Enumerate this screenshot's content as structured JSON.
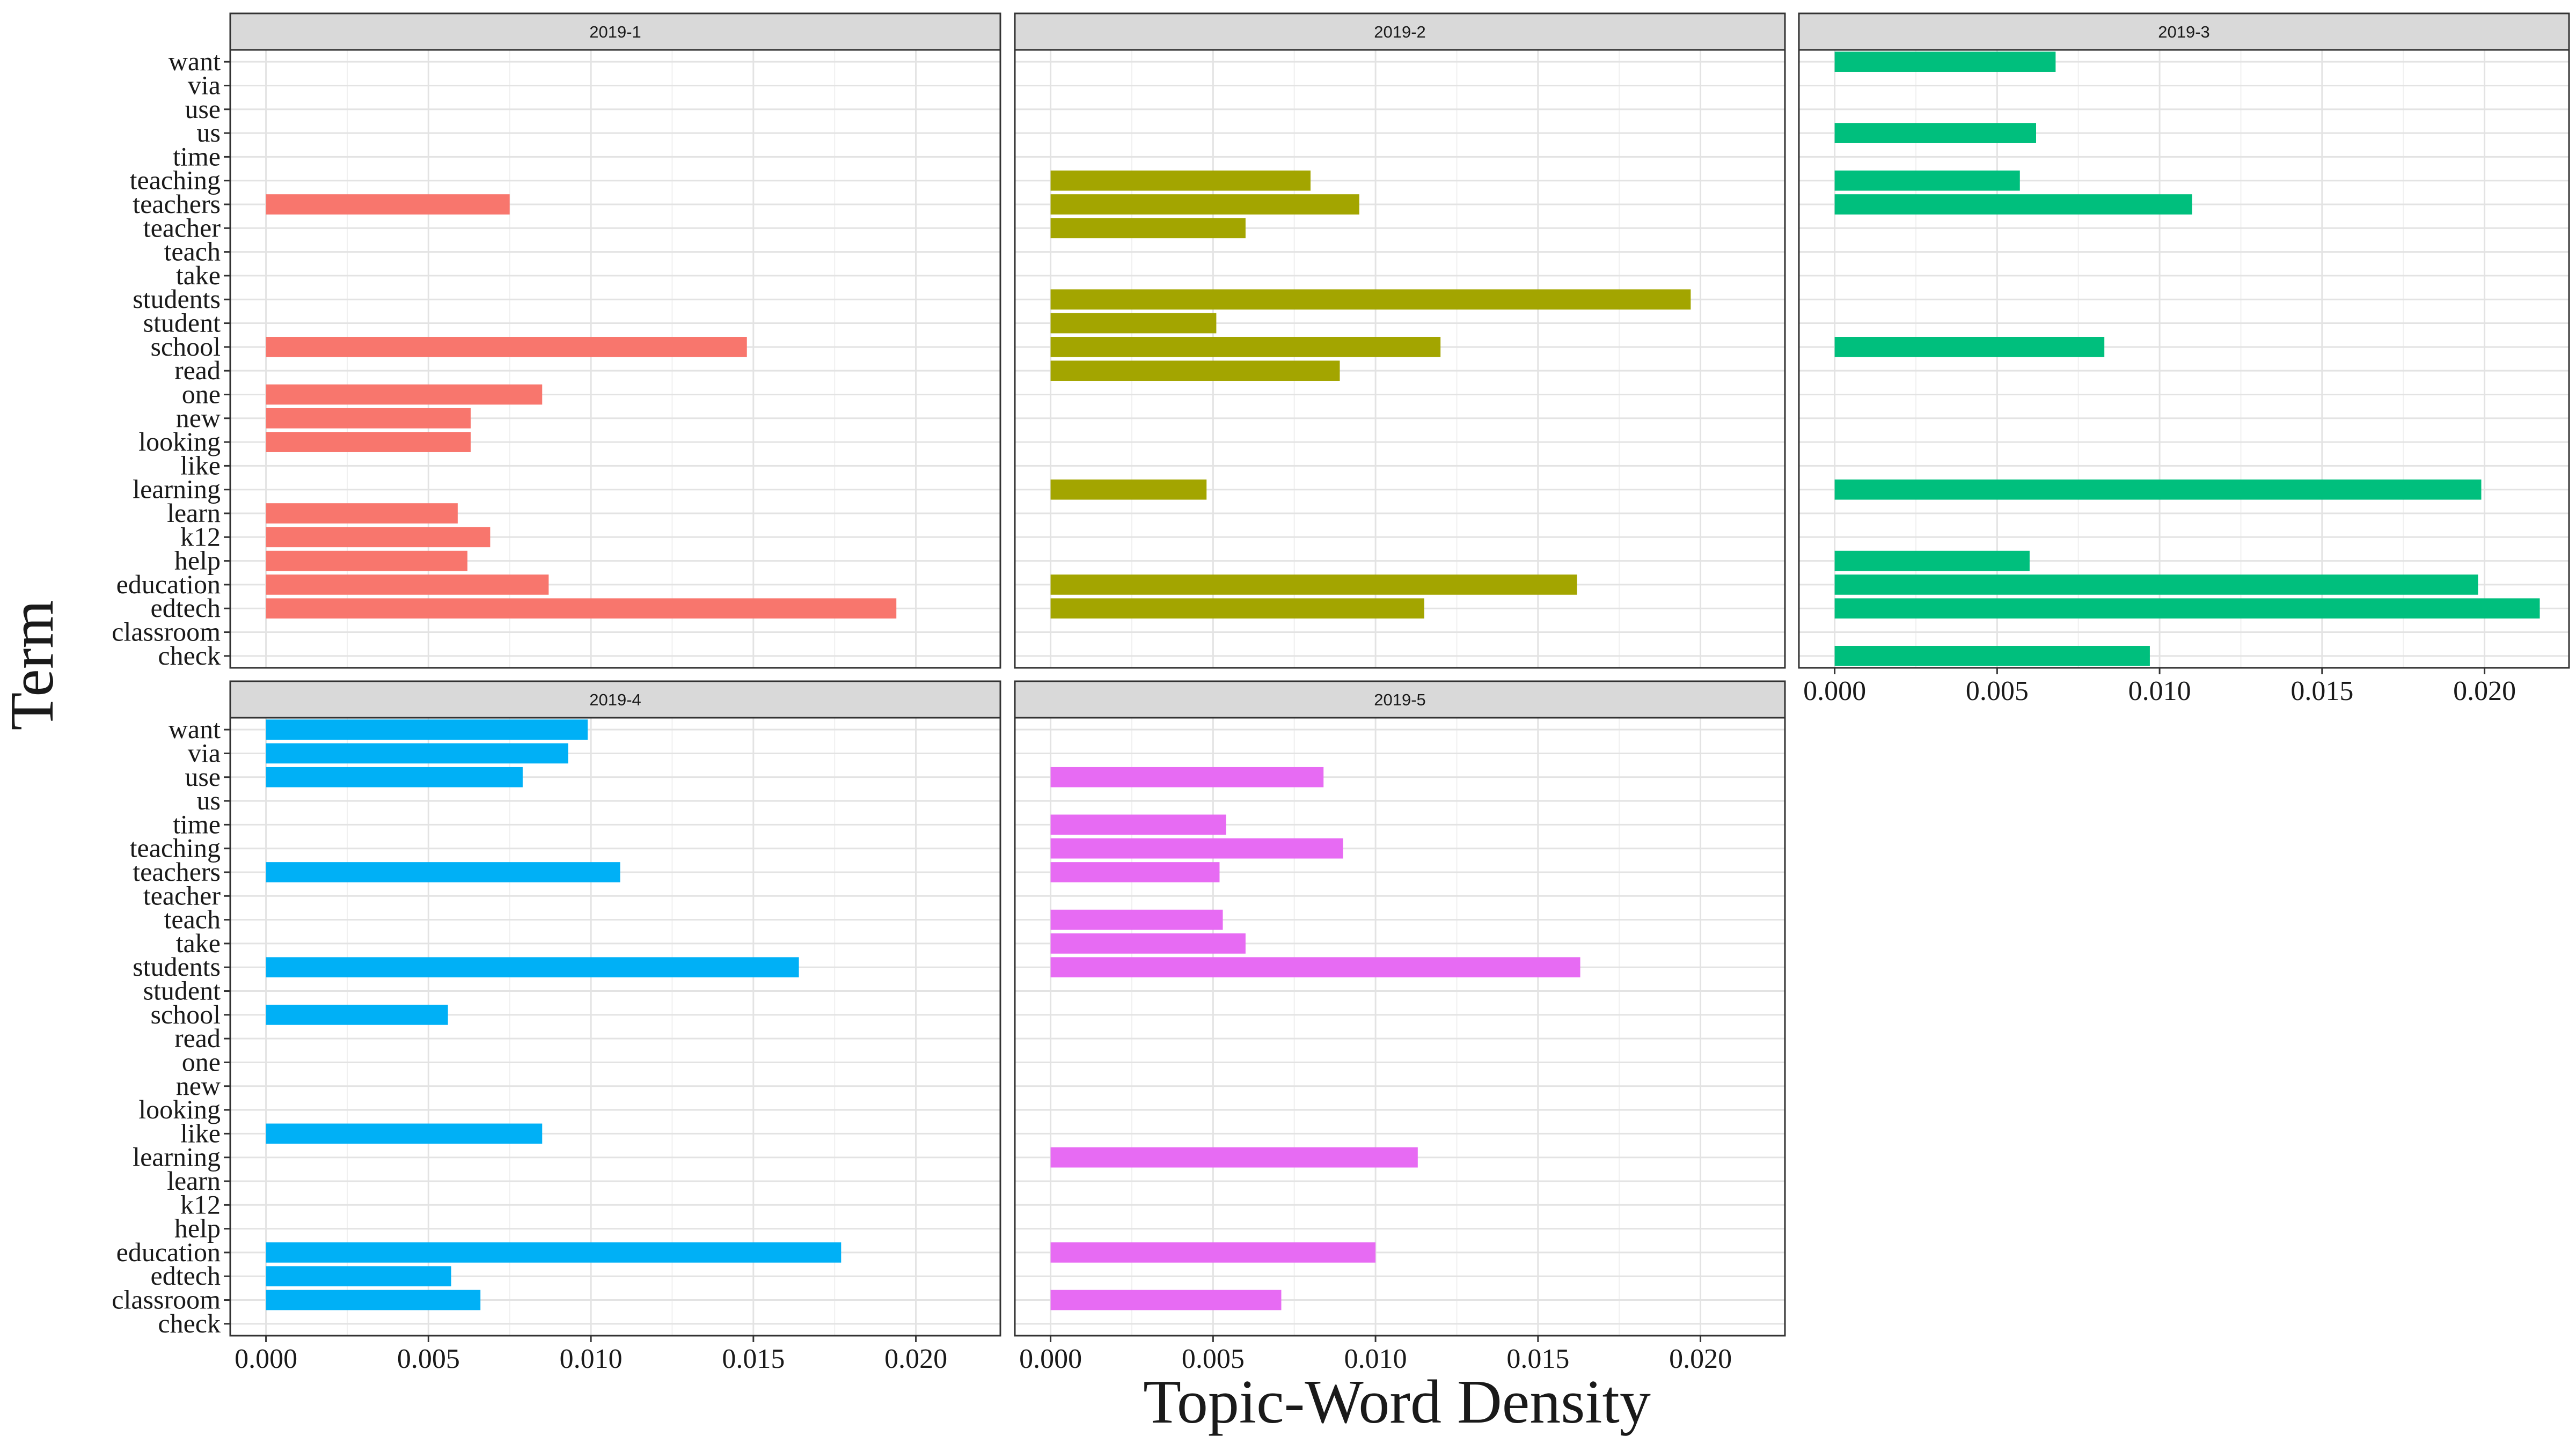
{
  "chart_data": {
    "type": "bar",
    "orientation": "horizontal",
    "layout": "facet_wrap 3 columns",
    "xlabel": "Topic-Word Density",
    "ylabel": "Term",
    "xlim": [
      -0.0011,
      0.0226
    ],
    "x_ticks": [
      0.0,
      0.005,
      0.01,
      0.015,
      0.02
    ],
    "x_tick_labels": [
      "0.000",
      "0.005",
      "0.010",
      "0.015",
      "0.020"
    ],
    "grid": true,
    "legend": "none",
    "categories": [
      "want",
      "via",
      "use",
      "us",
      "time",
      "teaching",
      "teachers",
      "teacher",
      "teach",
      "take",
      "students",
      "student",
      "school",
      "read",
      "one",
      "new",
      "looking",
      "like",
      "learning",
      "learn",
      "k12",
      "help",
      "education",
      "edtech",
      "classroom",
      "check"
    ],
    "panels": [
      {
        "title": "2019-1",
        "color": "#F8766D",
        "values": {
          "teachers": 0.0075,
          "school": 0.0148,
          "one": 0.0085,
          "new": 0.0063,
          "looking": 0.0063,
          "learn": 0.0059,
          "k12": 0.0069,
          "help": 0.0062,
          "education": 0.0087,
          "edtech": 0.0194
        }
      },
      {
        "title": "2019-2",
        "color": "#A3A500",
        "values": {
          "teaching": 0.008,
          "teachers": 0.0095,
          "teacher": 0.006,
          "students": 0.0197,
          "student": 0.0051,
          "school": 0.012,
          "read": 0.0089,
          "learning": 0.0048,
          "education": 0.0162,
          "edtech": 0.0115
        }
      },
      {
        "title": "2019-3",
        "color": "#00BF7D",
        "values": {
          "want": 0.0068,
          "us": 0.0062,
          "teaching": 0.0057,
          "teachers": 0.011,
          "school": 0.0083,
          "learning": 0.0199,
          "help": 0.006,
          "education": 0.0198,
          "edtech": 0.0217,
          "check": 0.0097
        }
      },
      {
        "title": "2019-4",
        "color": "#00B0F6",
        "values": {
          "want": 0.0099,
          "via": 0.0093,
          "use": 0.0079,
          "teachers": 0.0109,
          "students": 0.0164,
          "school": 0.0056,
          "like": 0.0085,
          "education": 0.0177,
          "edtech": 0.0057,
          "classroom": 0.0066
        }
      },
      {
        "title": "2019-5",
        "color": "#E76BF3",
        "values": {
          "use": 0.0084,
          "time": 0.0054,
          "teaching": 0.009,
          "teachers": 0.0052,
          "teach": 0.0053,
          "take": 0.006,
          "students": 0.0163,
          "learning": 0.0113,
          "education": 0.01,
          "classroom": 0.0071
        }
      }
    ]
  }
}
